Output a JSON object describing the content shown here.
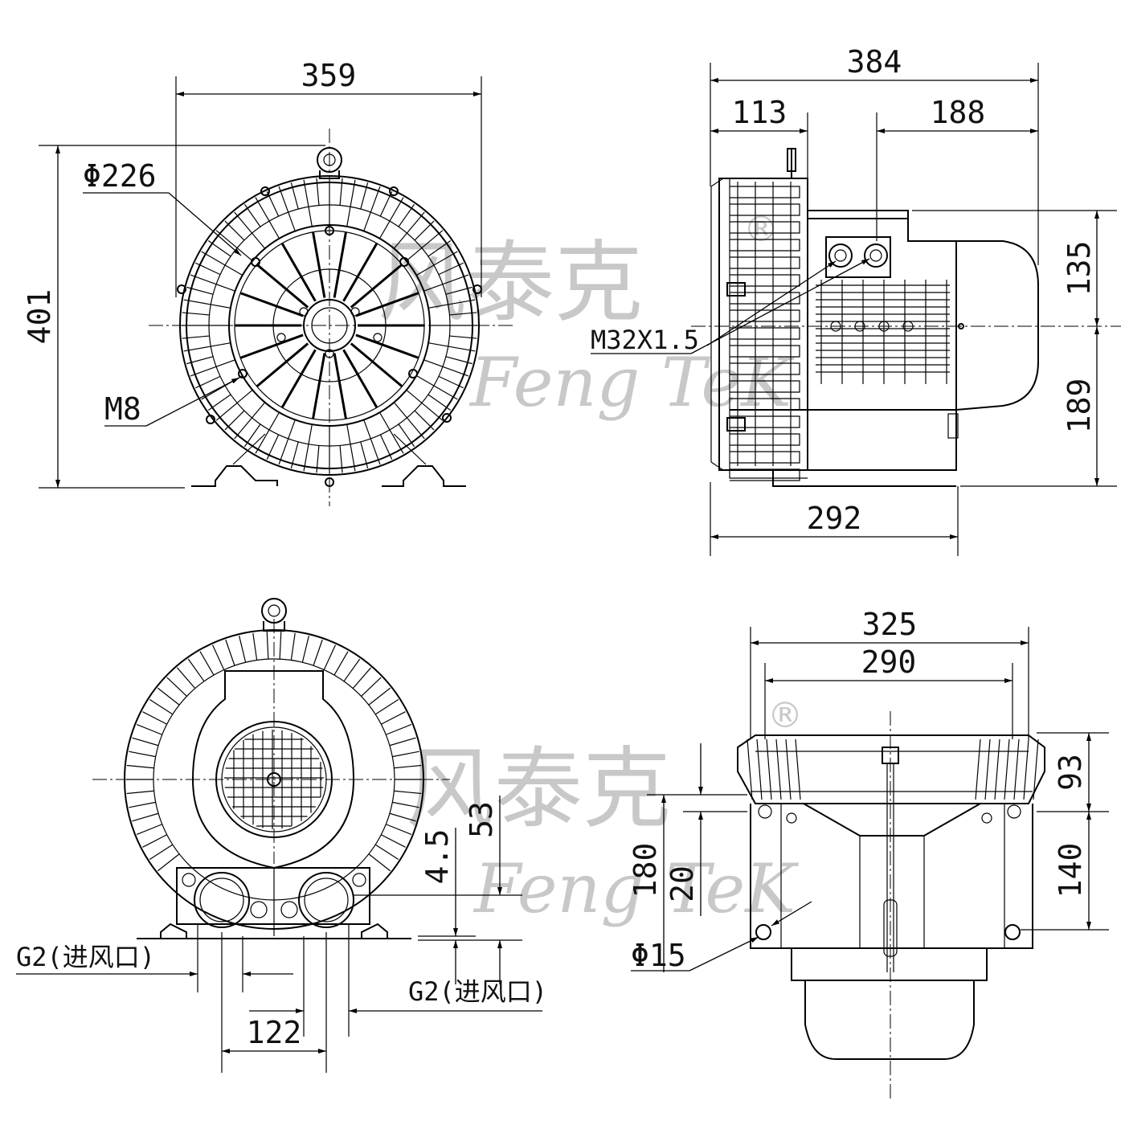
{
  "watermark": {
    "cn": "风泰克",
    "en": "Feng TeK",
    "reg": "®"
  },
  "front_view": {
    "width": "359",
    "height": "401",
    "diameter": "Φ226",
    "bolt": "M8"
  },
  "side_view": {
    "total": "384",
    "left": "113",
    "right": "188",
    "base": "292",
    "upper": "135",
    "lower": "189",
    "thread": "M32X1.5"
  },
  "rear_view": {
    "port_left": "G2(进风口)",
    "port_right": "G2(进风口)",
    "spacing": "122",
    "d53": "53",
    "d45": "4.5"
  },
  "top_view": {
    "outer": "325",
    "inner": "290",
    "h93": "93",
    "h140": "140",
    "h180": "180",
    "h20": "20",
    "hole": "Φ15"
  }
}
